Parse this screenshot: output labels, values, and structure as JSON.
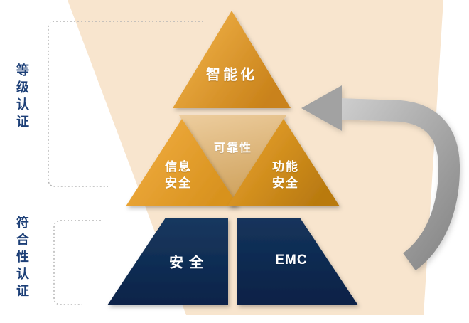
{
  "diagram": {
    "pyramid": {
      "top": {
        "label": "智能化"
      },
      "middle_left": {
        "line1": "信息",
        "line2": "安全"
      },
      "middle_center": {
        "label": "可靠性"
      },
      "middle_right": {
        "line1": "功能",
        "line2": "安全"
      },
      "bottom_left": {
        "label": "安全"
      },
      "bottom_right": {
        "label": "EMC"
      }
    },
    "side_labels": {
      "upper": "等级认证",
      "lower": "符合性认证"
    },
    "colors": {
      "gold": "#eda537",
      "gold_dark": "#c9821a",
      "tan": "#dcb273",
      "navy": "#0e2c55",
      "background_band": "#f8e5ce",
      "arrow_gray": "#a0a0a0",
      "side_label_navy": "#1c3f77",
      "dotted_line_gray": "#b5b5b5"
    }
  }
}
